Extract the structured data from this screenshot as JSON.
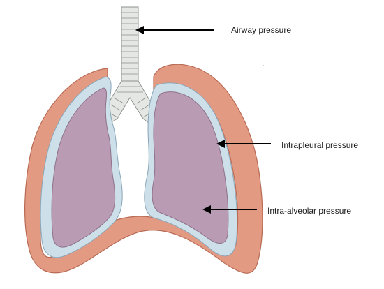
{
  "labels": {
    "airway": "Airway pressure",
    "intrapleural": "Intrapleural pressure",
    "intra_alveolar": "Intra-alveolar pressure"
  },
  "colors": {
    "pleura_outer": "#e39a82",
    "pleura_outer_stroke": "#b86a54",
    "pleural_cavity": "#cde0ea",
    "pleural_cavity_stroke": "#8aa6b8",
    "lung_tissue": "#b99cb4",
    "lung_stroke": "#8e7089",
    "trachea_fill": "#e4e7e4",
    "trachea_stroke": "#8c928e",
    "arrow": "#000000",
    "text": "#1a1a1a"
  }
}
